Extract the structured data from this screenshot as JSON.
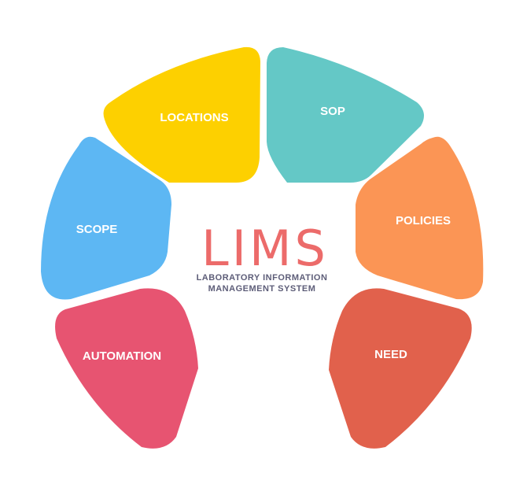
{
  "center": {
    "title": "LIMS",
    "subtitle_line1": "LABORATORY INFORMATION",
    "subtitle_line2": "MANAGEMENT SYSTEM",
    "title_color": "#ec6b6a",
    "subtitle_color": "#5d5d78"
  },
  "segments": [
    {
      "id": "locations",
      "label": "LOCATIONS",
      "color": "#fdd000"
    },
    {
      "id": "sop",
      "label": "SOP",
      "color": "#64c8c6"
    },
    {
      "id": "scope",
      "label": "SCOPE",
      "color": "#5db7f3"
    },
    {
      "id": "policies",
      "label": "POLICIES",
      "color": "#fb9555"
    },
    {
      "id": "automation",
      "label": "AUTOMATION",
      "color": "#e75471"
    },
    {
      "id": "need",
      "label": "NEED",
      "color": "#e1614c"
    }
  ]
}
